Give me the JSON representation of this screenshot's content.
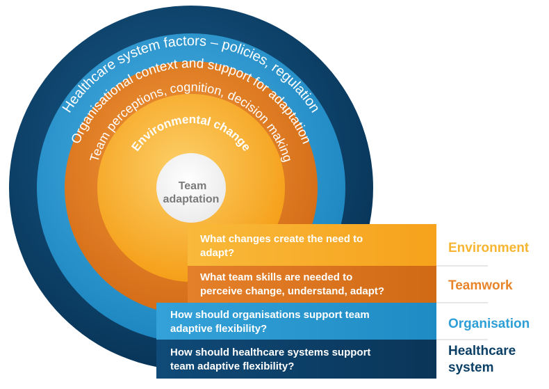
{
  "diagram": {
    "rings": [
      {
        "key": "healthcare",
        "ring_label": "Healthcare system factors – policies, regulation",
        "question": [
          "How should healthcare systems support",
          "team adaptive flexibility?"
        ],
        "side_label": [
          "Healthcare",
          "system"
        ],
        "color": "#0c3f66",
        "label_color": "#0c3f66"
      },
      {
        "key": "organisation",
        "ring_label": "Organisational context and support for adaptation",
        "question": [
          "How should organisations support team",
          "adaptive flexibility?"
        ],
        "side_label": [
          "Organisation"
        ],
        "color": "#2a96cf",
        "label_color": "#2e9fd6"
      },
      {
        "key": "teamwork",
        "ring_label": "Team perceptions, cognition, decision making",
        "question": [
          "What team skills are needed to",
          "perceive change, understand, adapt?"
        ],
        "side_label": [
          "Teamwork"
        ],
        "color": "#e07b22",
        "label_color": "#e8852a"
      },
      {
        "key": "environment",
        "ring_label": "Environmental change",
        "question": [
          "What changes create the need to",
          "adapt?"
        ],
        "side_label": [
          "Environment"
        ],
        "color": "#f7a51d",
        "label_color": "#f7b532"
      }
    ],
    "center_label": [
      "Team",
      "adaptation"
    ]
  }
}
